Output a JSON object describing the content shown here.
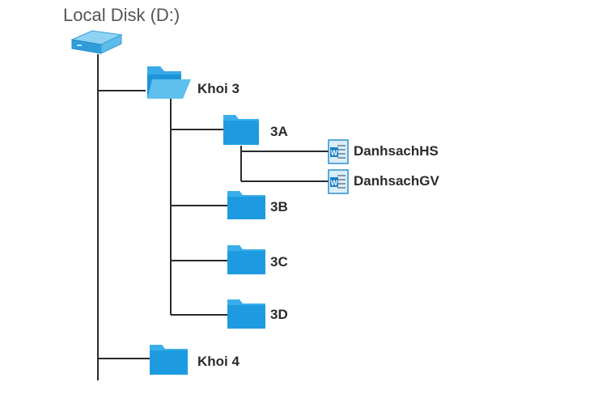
{
  "root": {
    "label": "Local Disk (D:)",
    "icon": "drive-icon"
  },
  "folders": {
    "khoi3": {
      "label": "Khoi 3",
      "icon": "open-folder-icon"
    },
    "a3": {
      "label": "3A",
      "icon": "folder-icon"
    },
    "b3": {
      "label": "3B",
      "icon": "folder-icon"
    },
    "c3": {
      "label": "3C",
      "icon": "folder-icon"
    },
    "d3": {
      "label": "3D",
      "icon": "folder-icon"
    },
    "khoi4": {
      "label": "Khoi 4",
      "icon": "folder-icon"
    }
  },
  "files": {
    "hs": {
      "label": "DanhsachHS",
      "icon": "document-icon"
    },
    "gv": {
      "label": "DanhsachGV",
      "icon": "document-icon"
    }
  },
  "colors": {
    "folder": "#1e9be0",
    "folder_tab": "#3aaeea",
    "line": "#2a2a2a",
    "text": "#2b2b2b",
    "drive": "#4fb3e6"
  }
}
